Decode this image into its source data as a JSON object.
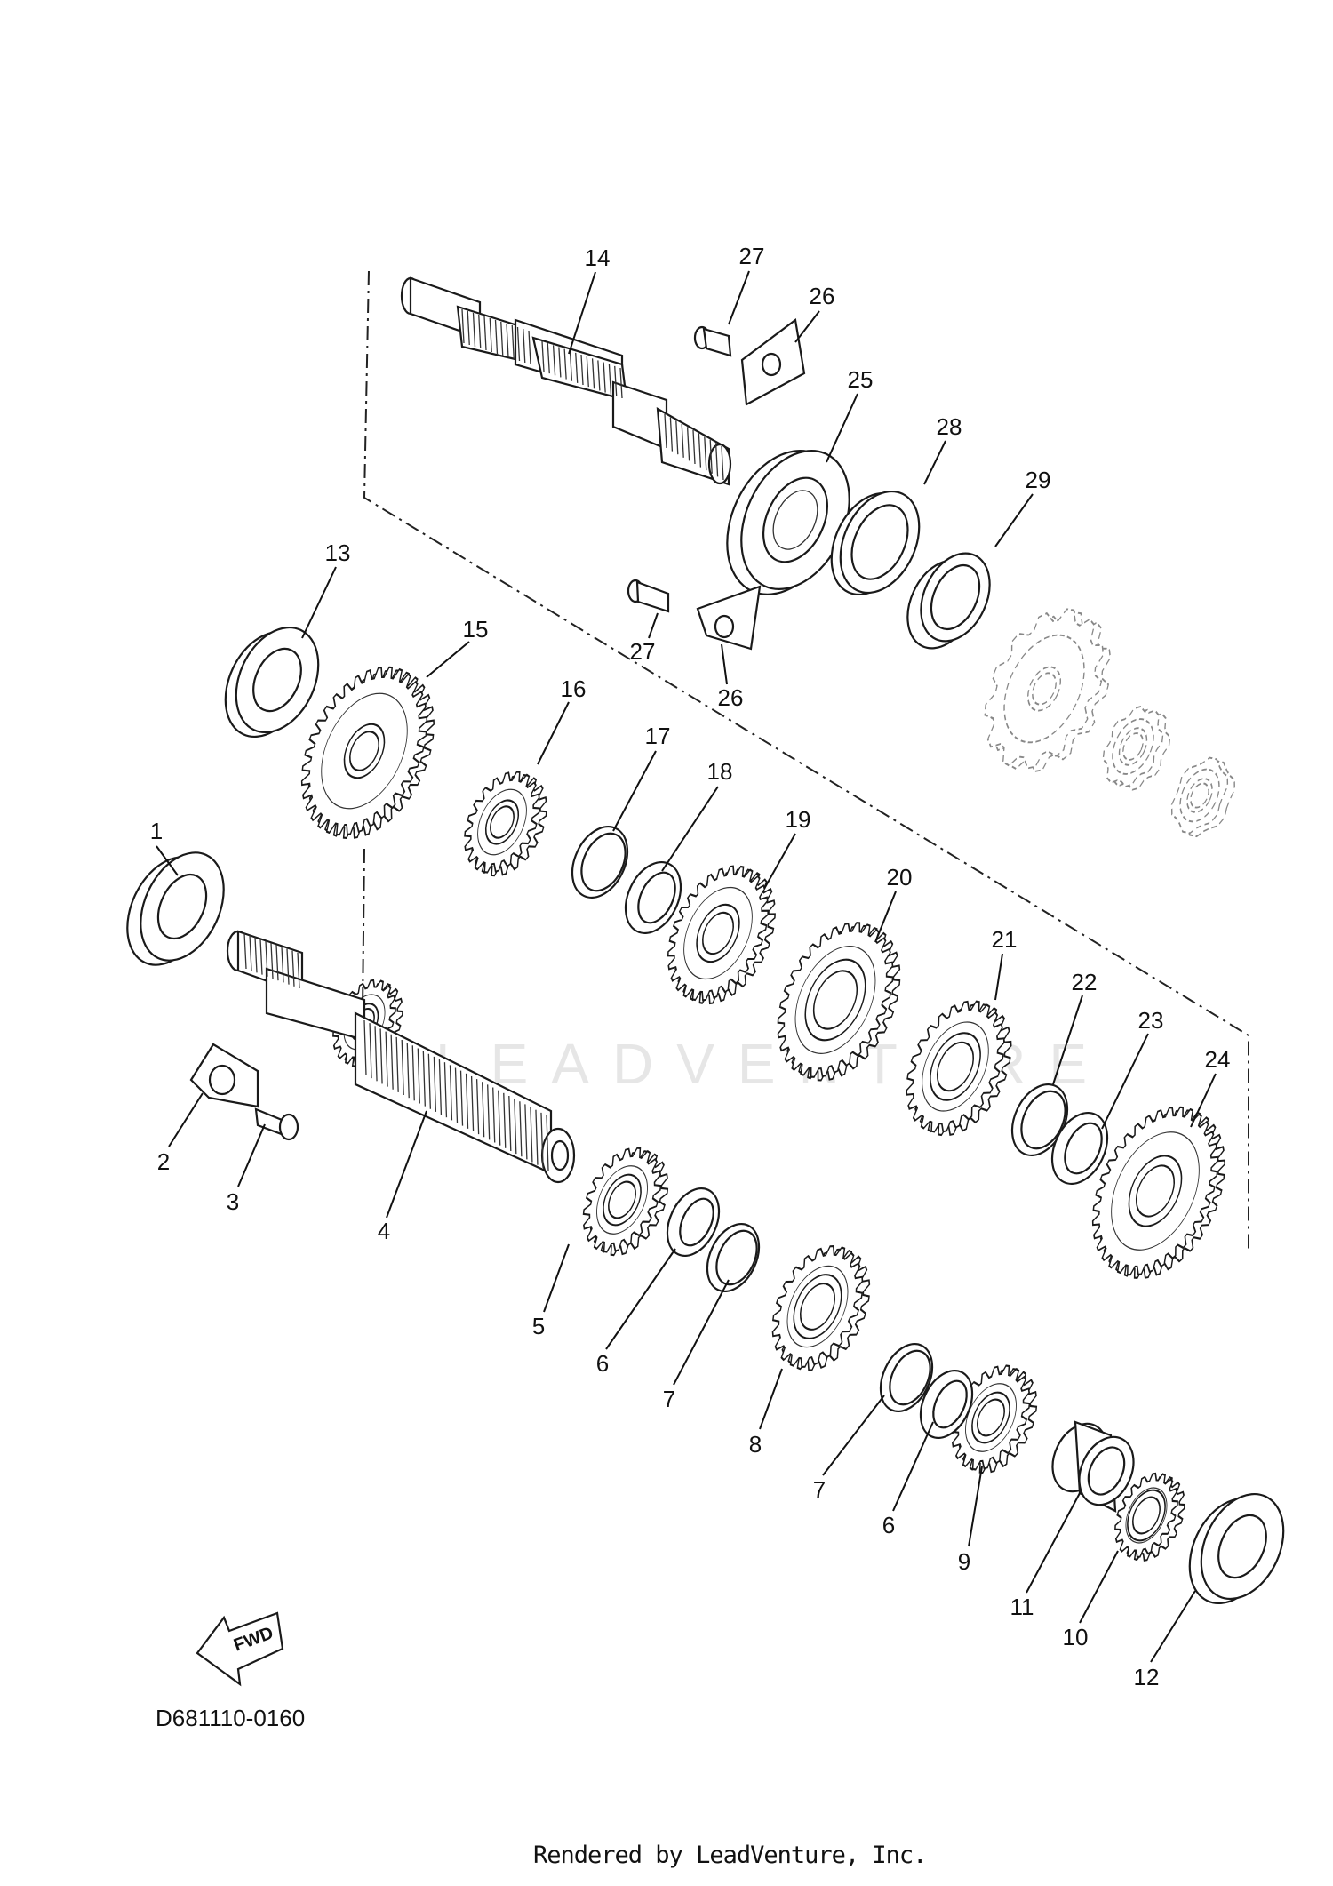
{
  "diagram": {
    "code": "D681110-0160",
    "footer": "Rendered by LeadVenture, Inc.",
    "watermark": "LEADVENTURE",
    "fwd_label": "FWD",
    "callouts": [
      {
        "id": "1",
        "text": "1"
      },
      {
        "id": "2",
        "text": "2"
      },
      {
        "id": "3",
        "text": "3"
      },
      {
        "id": "4",
        "text": "4"
      },
      {
        "id": "5",
        "text": "5"
      },
      {
        "id": "6a",
        "text": "6"
      },
      {
        "id": "7a",
        "text": "7"
      },
      {
        "id": "8",
        "text": "8"
      },
      {
        "id": "7b",
        "text": "7"
      },
      {
        "id": "6b",
        "text": "6"
      },
      {
        "id": "9",
        "text": "9"
      },
      {
        "id": "11",
        "text": "11"
      },
      {
        "id": "10",
        "text": "10"
      },
      {
        "id": "12",
        "text": "12"
      },
      {
        "id": "13",
        "text": "13"
      },
      {
        "id": "14",
        "text": "14"
      },
      {
        "id": "15",
        "text": "15"
      },
      {
        "id": "16",
        "text": "16"
      },
      {
        "id": "17",
        "text": "17"
      },
      {
        "id": "18",
        "text": "18"
      },
      {
        "id": "19",
        "text": "19"
      },
      {
        "id": "20",
        "text": "20"
      },
      {
        "id": "21",
        "text": "21"
      },
      {
        "id": "22",
        "text": "22"
      },
      {
        "id": "23",
        "text": "23"
      },
      {
        "id": "24",
        "text": "24"
      },
      {
        "id": "25",
        "text": "25"
      },
      {
        "id": "26a",
        "text": "26"
      },
      {
        "id": "27a",
        "text": "27"
      },
      {
        "id": "28",
        "text": "28"
      },
      {
        "id": "29",
        "text": "29"
      },
      {
        "id": "27b",
        "text": "27"
      },
      {
        "id": "26b",
        "text": "26"
      }
    ]
  }
}
